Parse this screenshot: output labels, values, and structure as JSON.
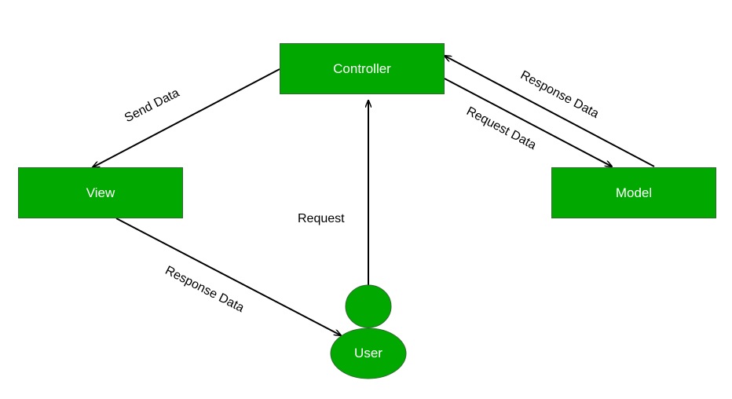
{
  "nodes": {
    "controller": "Controller",
    "view": "View",
    "model": "Model",
    "user": "User"
  },
  "edges": {
    "send_data": "Send Data",
    "response_data_model": "Response Data",
    "request_data": "Request Data",
    "request": "Request",
    "response_data_view": "Response Data"
  },
  "colors": {
    "node_fill": "#00a800",
    "node_border": "#2f6b2f",
    "node_text": "#ffffff",
    "arrow": "#000000"
  }
}
